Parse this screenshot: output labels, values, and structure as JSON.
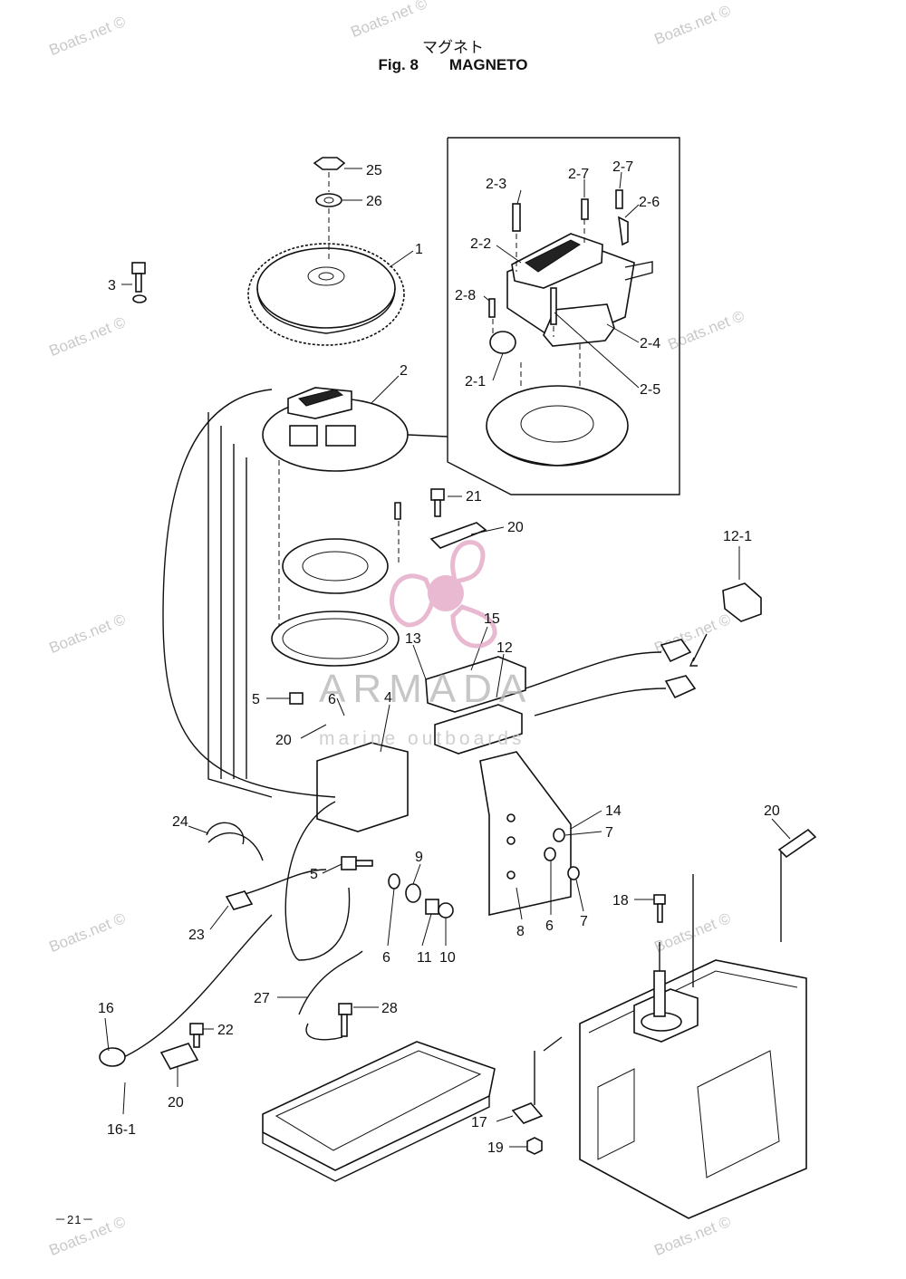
{
  "header": {
    "title_jp": "マグネト",
    "fig_number": "Fig. 8",
    "fig_title": "MAGNETO"
  },
  "watermark": {
    "site": "Boats.net ©",
    "brand": "ARMADA",
    "brand_sub": "marine outboards"
  },
  "footer": {
    "page": "－21－"
  },
  "callouts": {
    "c25": "25",
    "c26": "26",
    "c1": "1",
    "c3": "3",
    "c2": "2",
    "c2_3": "2-3",
    "c2_7a": "2-7",
    "c2_7b": "2-7",
    "c2_6": "2-6",
    "c2_2": "2-2",
    "c2_8": "2-8",
    "c2_4": "2-4",
    "c2_1": "2-1",
    "c2_5": "2-5",
    "c21": "21",
    "c20a": "20",
    "c12_1": "12-1",
    "c15": "15",
    "c12": "12",
    "c13": "13",
    "c5a": "5",
    "c6a": "6",
    "c4": "4",
    "c20b": "20",
    "c14": "14",
    "c7a": "7",
    "c24": "24",
    "c9": "9",
    "c5b": "5",
    "c20c": "20",
    "c18": "18",
    "c23": "23",
    "c6b": "6",
    "c11": "11",
    "c10": "10",
    "c8": "8",
    "c6c": "6",
    "c7b": "7",
    "c16": "16",
    "c27": "27",
    "c28": "28",
    "c22": "22",
    "c20d": "20",
    "c16_1": "16-1",
    "c17": "17",
    "c19": "19"
  }
}
